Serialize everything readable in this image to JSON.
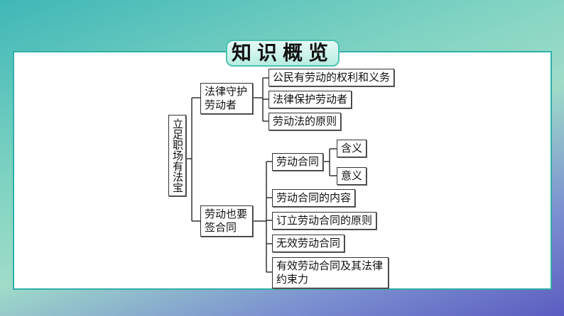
{
  "title": "知识概览",
  "root": "立足职场有法宝",
  "branch1": {
    "label": "法律守护劳动者",
    "items": [
      "公民有劳动的权利和义务",
      "法律保护劳动者",
      "劳动法的原则"
    ]
  },
  "branch2": {
    "label": "劳动也要签合同",
    "contract": "劳动合同",
    "contract_sub": [
      "含义",
      "意义"
    ],
    "items": [
      "劳动合同的内容",
      "订立劳动合同的原则",
      "无效劳动合同",
      "有效劳动合同及其法律约束力"
    ]
  }
}
